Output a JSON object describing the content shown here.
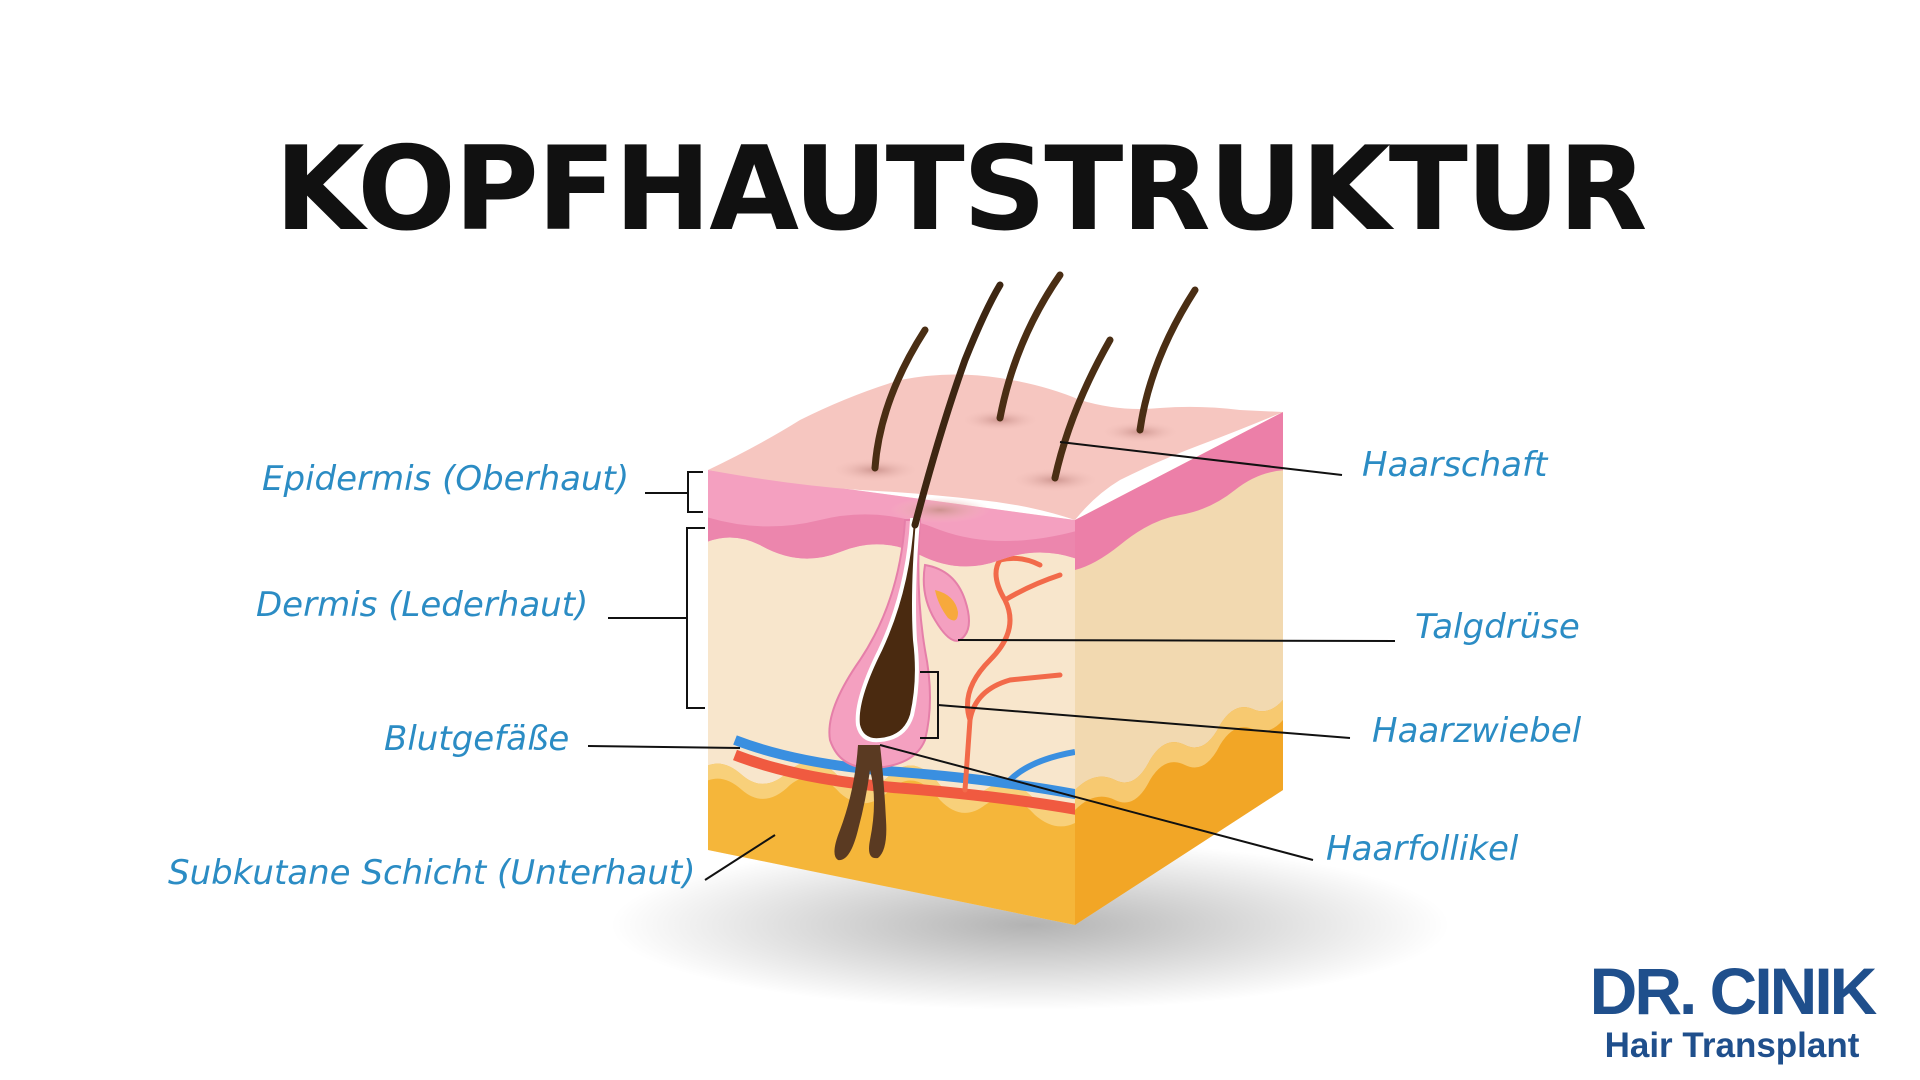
{
  "title": "KOPFHAUTSTRUKTUR",
  "labels": {
    "epidermis": "Epidermis (Oberhaut)",
    "dermis": "Dermis (Lederhaut)",
    "blood_vessels": "Blutgefäße",
    "subcutaneous": "Subkutane Schicht (Unterhaut)",
    "hair_shaft": "Haarschaft",
    "sebaceous_gland": "Talgdrüse",
    "hair_bulb": "Haarzwiebel",
    "hair_follicle": "Haarfollikel"
  },
  "logo": {
    "name": "DR. CINIK",
    "subtitle": "Hair Transplant"
  },
  "colors": {
    "label_text": "#2b8cc4",
    "title_text": "#111111",
    "logo": "#1f4f8c",
    "epidermis_top": "#f6c6c0",
    "epidermis_pink": "#f4a0c0",
    "dermis": "#f8e6cc",
    "subcutaneous": "#f5b63a",
    "artery": "#f05a40",
    "vein": "#3a8fe0",
    "hair": "#3d2612"
  }
}
